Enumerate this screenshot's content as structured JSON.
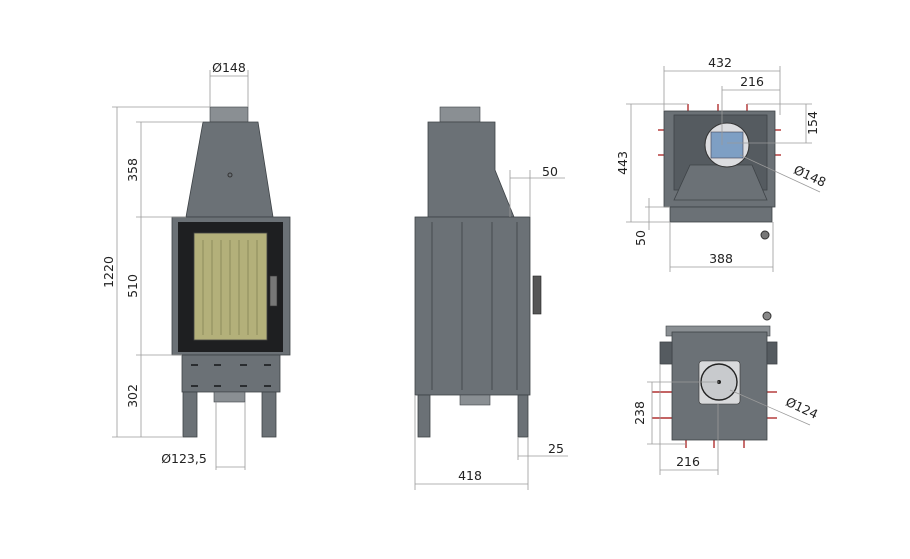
{
  "front_view": {
    "dim_flue_top": "Ø148",
    "dim_total_height": "1220",
    "dim_hood": "358",
    "dim_door": "510",
    "dim_base": "302",
    "dim_flue_bottom": "Ø123,5"
  },
  "side_view": {
    "dim_offset": "50",
    "dim_leg": "25",
    "dim_depth": "418"
  },
  "top_view": {
    "dim_width": "432",
    "dim_half_width": "216",
    "dim_depth": "443",
    "dim_flue_offset": "154",
    "dim_flue": "Ø148",
    "dim_band": "50",
    "dim_inner_width": "388"
  },
  "bottom_view": {
    "dim_inlet_offset": "238",
    "dim_inlet_x": "216",
    "dim_inlet": "Ø124"
  },
  "colors": {
    "body": "#6b7176",
    "glass": "#b3b07a",
    "door": "#1e1f21"
  }
}
